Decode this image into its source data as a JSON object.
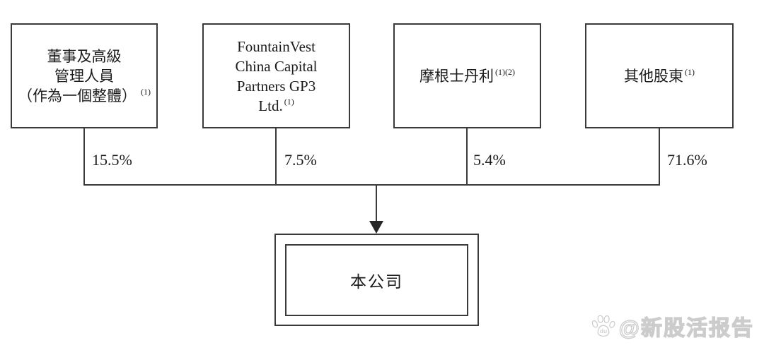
{
  "shareholders": [
    {
      "lines": [
        "董事及高級",
        "管理人員",
        "（作為一個整體）"
      ],
      "sup": "(1)",
      "percent": "15.5%"
    },
    {
      "lines": [
        "FountainVest",
        "China Capital",
        "Partners GP3",
        "Ltd."
      ],
      "sup": "(1)",
      "percent": "7.5%"
    },
    {
      "lines": [
        "摩根士丹利"
      ],
      "sup": "(1)(2)",
      "percent": "5.4%"
    },
    {
      "lines": [
        "其他股東"
      ],
      "sup": "(1)",
      "percent": "71.6%"
    }
  ],
  "company": {
    "label": "本公司"
  },
  "watermark": {
    "text": "@新股活报告",
    "icon_label": "du"
  },
  "colors": {
    "line": "#3a3a3a",
    "text": "#1c1c1c",
    "watermark_outline": "#cccccc"
  }
}
